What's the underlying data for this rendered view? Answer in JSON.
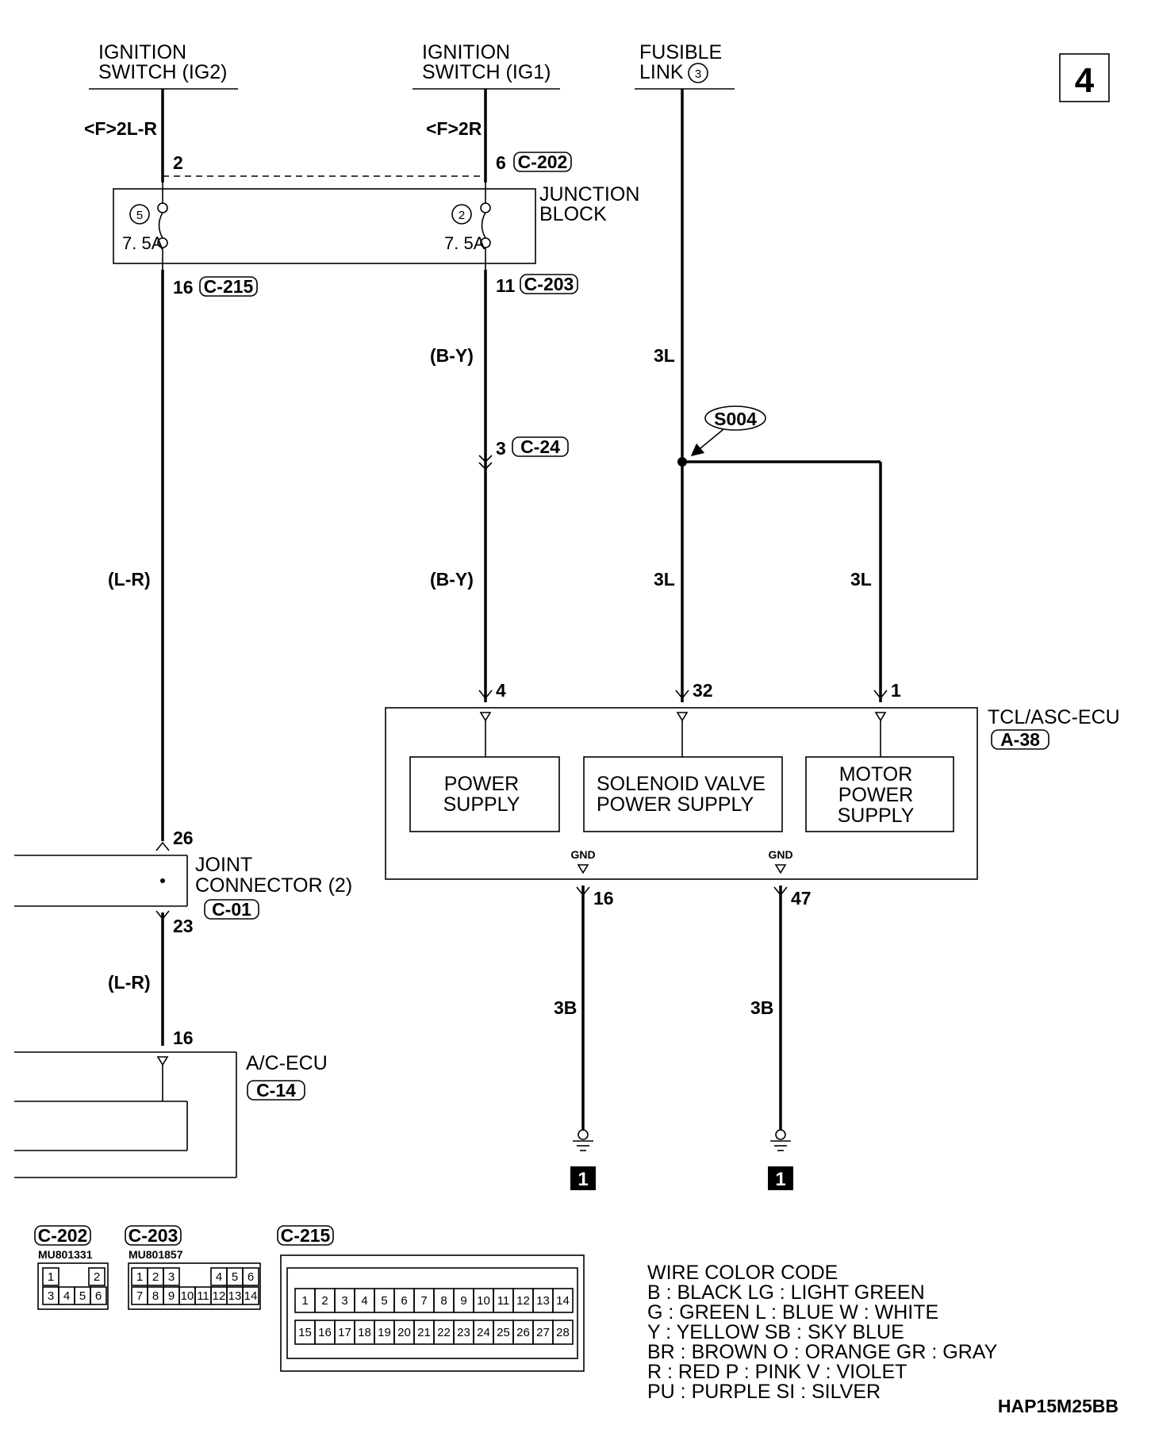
{
  "page_number": "4",
  "doc_code": "HAP15M25BB",
  "sources": {
    "ig2": [
      "IGNITION",
      "SWITCH (IG2)"
    ],
    "ig1": [
      "IGNITION",
      "SWITCH (IG1)"
    ],
    "fusible": [
      "FUSIBLE",
      "LINK"
    ],
    "fusible_num": "3"
  },
  "wires": {
    "f2lr": "<F>2L-R",
    "f2r": "<F>2R",
    "by_upper": "(B-Y)",
    "by_lower": "(B-Y)",
    "lr_upper": "(L-R)",
    "lr_lower": "(L-R)",
    "l3_top": "3L",
    "l3_mid": "3L",
    "l3_right": "3L",
    "b3_left": "3B",
    "b3_right": "3B"
  },
  "pins": {
    "p2": "2",
    "p6": "6",
    "p16a": "16",
    "p11": "11",
    "p3": "3",
    "p4": "4",
    "p32": "32",
    "p1": "1",
    "p26": "26",
    "p23": "23",
    "p16b": "16",
    "p16c": "16",
    "p47": "47"
  },
  "connectors": {
    "c202": "C-202",
    "c203": "C-203",
    "c215": "C-215",
    "c24": "C-24",
    "a38": "A-38",
    "c01": "C-01",
    "c14": "C-14"
  },
  "junction_block": {
    "label": [
      "JUNCTION",
      "BLOCK"
    ],
    "fuse_left_no": "5",
    "fuse_left_rating": "7. 5A",
    "fuse_right_no": "2",
    "fuse_right_rating": "7. 5A"
  },
  "splice": "S004",
  "ecu": {
    "name": "TCL/ASC-ECU",
    "power_supply": [
      "POWER",
      "SUPPLY"
    ],
    "solenoid": [
      "SOLENOID VALVE",
      "POWER SUPPLY"
    ],
    "motor": [
      "MOTOR",
      "POWER",
      "SUPPLY"
    ],
    "gnd_left": "GND",
    "gnd_right": "GND"
  },
  "joint_connector": [
    "JOINT",
    "CONNECTOR (2)"
  ],
  "ac_ecu": "A/C-ECU",
  "ground_ref_left": "1",
  "ground_ref_right": "1",
  "connector_views": {
    "c202_part": "MU801331",
    "c203_part": "MU801857",
    "c202_top": [
      "1",
      "2"
    ],
    "c202_bottom": [
      "3",
      "4",
      "5",
      "6"
    ],
    "c203_top_left": [
      "1",
      "2",
      "3"
    ],
    "c203_top_right": [
      "4",
      "5",
      "6"
    ],
    "c203_bottom": [
      "7",
      "8",
      "9",
      "10",
      "11",
      "12",
      "13",
      "14"
    ],
    "c215_top": [
      "1",
      "2",
      "3",
      "4",
      "5",
      "6",
      "7",
      "8",
      "9",
      "10",
      "11",
      "12",
      "13",
      "14"
    ],
    "c215_bottom": [
      "15",
      "16",
      "17",
      "18",
      "19",
      "20",
      "21",
      "22",
      "23",
      "24",
      "25",
      "26",
      "27",
      "28"
    ]
  },
  "wire_color_code": {
    "title": "WIRE COLOR CODE",
    "lines": [
      "B : BLACK     LG : LIGHT GREEN",
      "G : GREEN     L : BLUE     W : WHITE",
      "Y : YELLOW     SB : SKY BLUE",
      "BR : BROWN     O : ORANGE     GR : GRAY",
      "R : RED     P : PINK     V : VIOLET",
      "PU : PURPLE     SI : SILVER"
    ]
  }
}
